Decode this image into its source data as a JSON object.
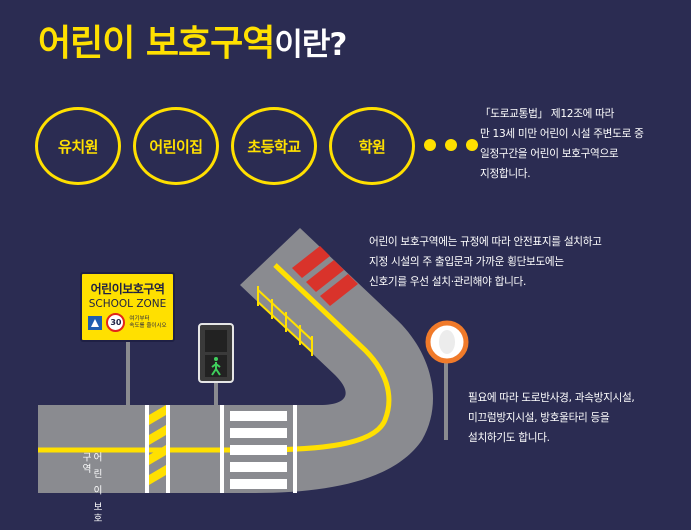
{
  "title": {
    "main": "어린이 보호구역",
    "suffix": "이란?"
  },
  "facilities": [
    "유치원",
    "어린이집",
    "초등학교",
    "학원"
  ],
  "desc1": [
    "「도로교통법」 제12조에 따라",
    "만 13세 미만 어린이 시설 주변도로 중",
    "일정구간을 어린이 보호구역으로",
    "지정합니다."
  ],
  "desc2": [
    "어린이 보호구역에는 규정에 따라 안전표지를 설치하고",
    "지정 시설의 주 출입문과 가까운 횡단보도에는",
    "신호기를 우선 설치·관리해야 합니다."
  ],
  "desc3": [
    "필요에 따라 도로반사경, 과속방지시설,",
    "미끄럼방지시설, 방호울타리 등을",
    "설치하기도 합니다."
  ],
  "sign": {
    "line1": "어린이보호구역",
    "line2": "SCHOOL ZONE",
    "limit": "30",
    "note1": "여기부터",
    "note2": "속도를 줄이시오"
  },
  "road_marking": [
    "어 린 이",
    "보호구역"
  ],
  "colors": {
    "background": "#2b2c52",
    "accent": "#ffe000",
    "road": "#8a8b90",
    "stripe": "#d9332b"
  }
}
